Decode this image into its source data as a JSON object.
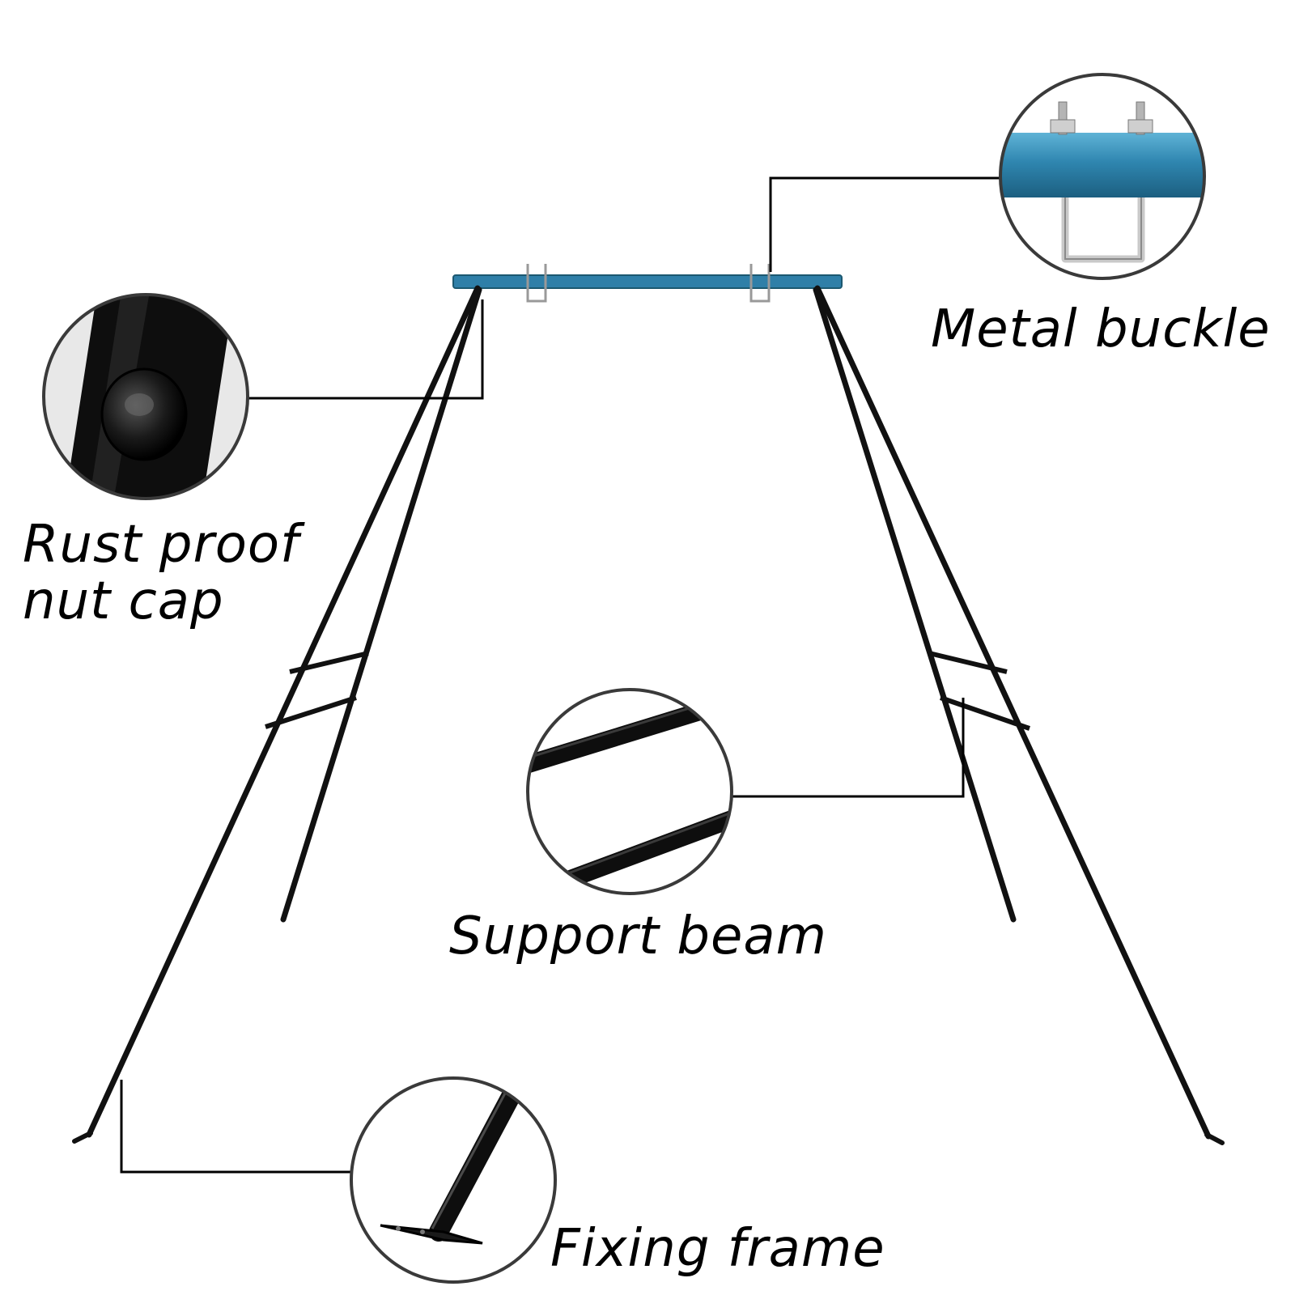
{
  "callouts": {
    "metal_buckle": "Metal buckle",
    "nut_cap_line1": "Rust proof",
    "nut_cap_line2": "nut cap",
    "support_beam": "Support beam",
    "fixing_frame": "Fixing frame"
  },
  "colors": {
    "frame": "#111111",
    "top_bar": "#2f7fa8",
    "zoom_border": "#3a3a3a",
    "leader_line": "#000000",
    "background": "#ffffff"
  }
}
